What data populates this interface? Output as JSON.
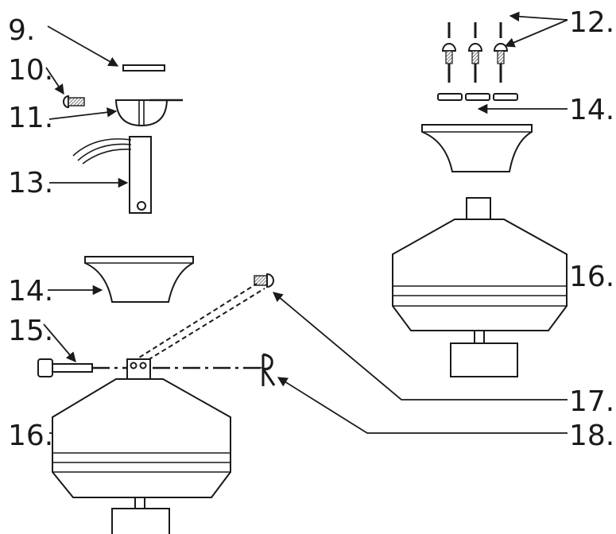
{
  "diagram": {
    "callouts": [
      {
        "id": "c9",
        "text": "9."
      },
      {
        "id": "c10",
        "text": "10."
      },
      {
        "id": "c11",
        "text": "11."
      },
      {
        "id": "c13",
        "text": "13."
      },
      {
        "id": "c14a",
        "text": "14."
      },
      {
        "id": "c15",
        "text": "15."
      },
      {
        "id": "c16a",
        "text": "16."
      },
      {
        "id": "c12",
        "text": "12."
      },
      {
        "id": "c14b",
        "text": "14."
      },
      {
        "id": "c16b",
        "text": "16."
      },
      {
        "id": "c17",
        "text": "17."
      },
      {
        "id": "c18",
        "text": "18."
      }
    ],
    "colors": {
      "line": "#1a1a1a",
      "fill": "#ffffff",
      "hatch": "#555555"
    }
  }
}
